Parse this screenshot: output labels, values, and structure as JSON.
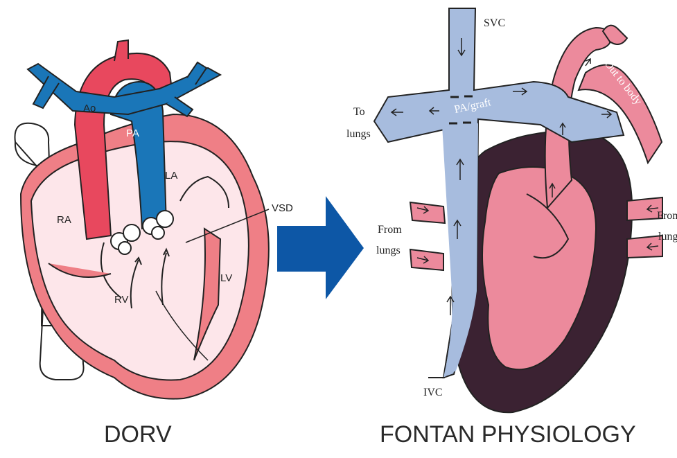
{
  "dorv": {
    "caption": "DORV",
    "labels": {
      "ao": "Ao",
      "pa": "PA",
      "la": "LA",
      "ra": "RA",
      "rv": "RV",
      "lv": "LV",
      "vsd": "VSD"
    }
  },
  "fontan": {
    "caption": "FONTAN PHYSIOLOGY",
    "labels": {
      "svc": "SVC",
      "ivc": "IVC",
      "pa_graft": "PA/graft",
      "to": "To",
      "lungs_top": "lungs",
      "from_left": "From",
      "lungs_left": "lungs",
      "from_right": "From",
      "lungs_right": "lungs",
      "out_to_body": "Out to body"
    }
  },
  "arrow_icon": "right-arrow-icon",
  "colors": {
    "heart_wall": "#ef7f86",
    "chamber": "#fde6ea",
    "aorta": "#e8485e",
    "pulmonary": "#1a76b8",
    "vein_blue": "#a7bcde",
    "fontan_pink": "#ec8a9c",
    "fontan_dark": "#3b2232",
    "big_arrow": "#0d57a6"
  }
}
